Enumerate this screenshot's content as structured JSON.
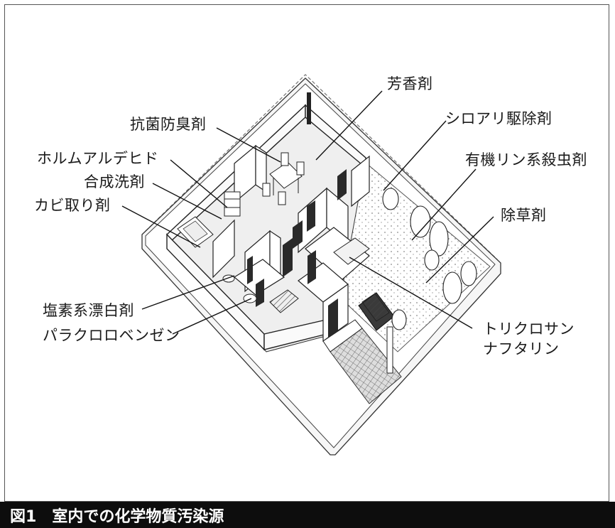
{
  "caption": {
    "figure_number": "図1",
    "title": "室内での化学物質汚染源"
  },
  "labels": [
    {
      "id": "fragrance",
      "text": "芳香剤"
    },
    {
      "id": "antibacterial-deodorant",
      "text": "抗菌防臭剤"
    },
    {
      "id": "termite-repellent",
      "text": "シロアリ駆除剤"
    },
    {
      "id": "formaldehyde",
      "text": "ホルムアルデヒド"
    },
    {
      "id": "synthetic-detergent",
      "text": "合成洗剤"
    },
    {
      "id": "organophosphate-insecticide",
      "text": "有機リン系殺虫剤"
    },
    {
      "id": "mold-remover",
      "text": "カビ取り剤"
    },
    {
      "id": "herbicide",
      "text": "除草剤"
    },
    {
      "id": "chlorine-bleach",
      "text": "塩素系漂白剤"
    },
    {
      "id": "paradichlorobenzene",
      "text": "パラクロロベンゼン"
    },
    {
      "id": "trichlorosan",
      "text": "トリクロサン"
    },
    {
      "id": "naphthalene",
      "text": "ナフタリン"
    }
  ]
}
